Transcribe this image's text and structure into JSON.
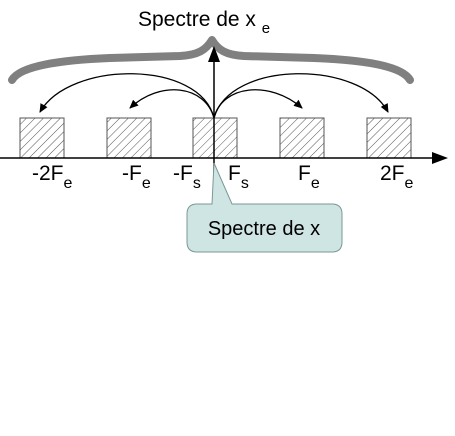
{
  "diagram": {
    "title": {
      "main": "Spectre de x",
      "sub": "e"
    },
    "callout": "Spectre de x",
    "freq_labels": [
      {
        "main": "-2F",
        "sub": "e"
      },
      {
        "main": "-F",
        "sub": "e"
      },
      {
        "main": "-F",
        "sub": "s"
      },
      {
        "main": "F",
        "sub": "s"
      },
      {
        "main": "F",
        "sub": "e"
      },
      {
        "main": "2F",
        "sub": "e"
      }
    ],
    "colors": {
      "brace": "#808080",
      "callout_fill": "#cfe5e3",
      "callout_stroke": "#7a9896",
      "hatch": "#555555"
    }
  }
}
